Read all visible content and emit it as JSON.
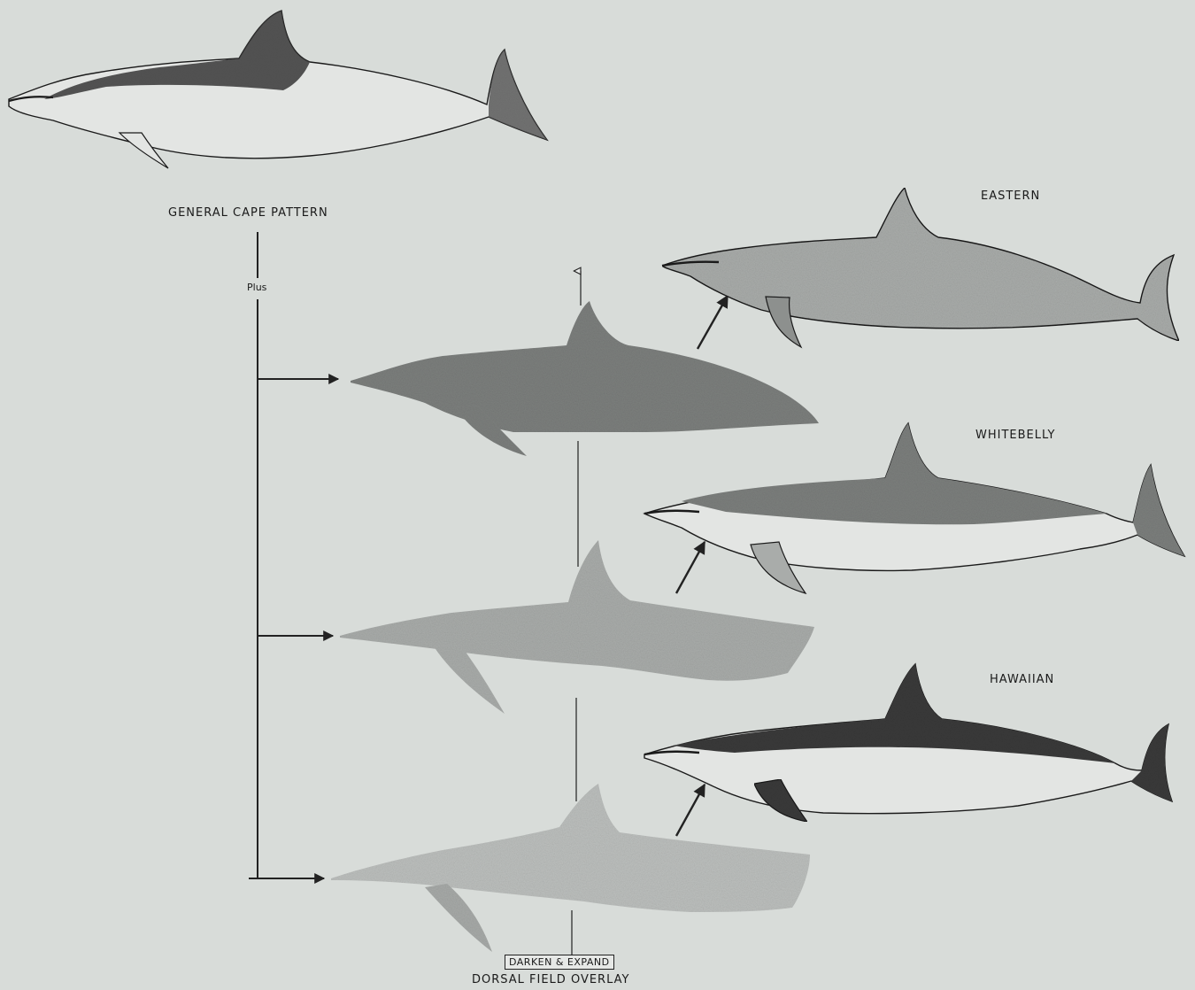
{
  "labels": {
    "general": "GENERAL CAPE PATTERN",
    "plus": "Plus",
    "eastern": "EASTERN",
    "whitebelly": "WHITEBELLY",
    "hawaiian": "HAWAIIAN",
    "darken_expand": "DARKEN & EXPAND",
    "dorsal_overlay": "DORSAL FIELD OVERLAY"
  },
  "colors": {
    "background": "#d8dcd9",
    "ink": "#1a1a1a",
    "cape_dark": "#3a3a3a",
    "overlay_dark": "#7c7f7d",
    "overlay_mid": "#a9acaa",
    "overlay_light": "#bcbfbd",
    "body_light": "#e3e5e3"
  },
  "icons": {
    "flow_arrow": "arrow-right-icon",
    "result_arrow": "arrow-up-right-icon",
    "open_arrow": "open-arrow-up-icon"
  }
}
